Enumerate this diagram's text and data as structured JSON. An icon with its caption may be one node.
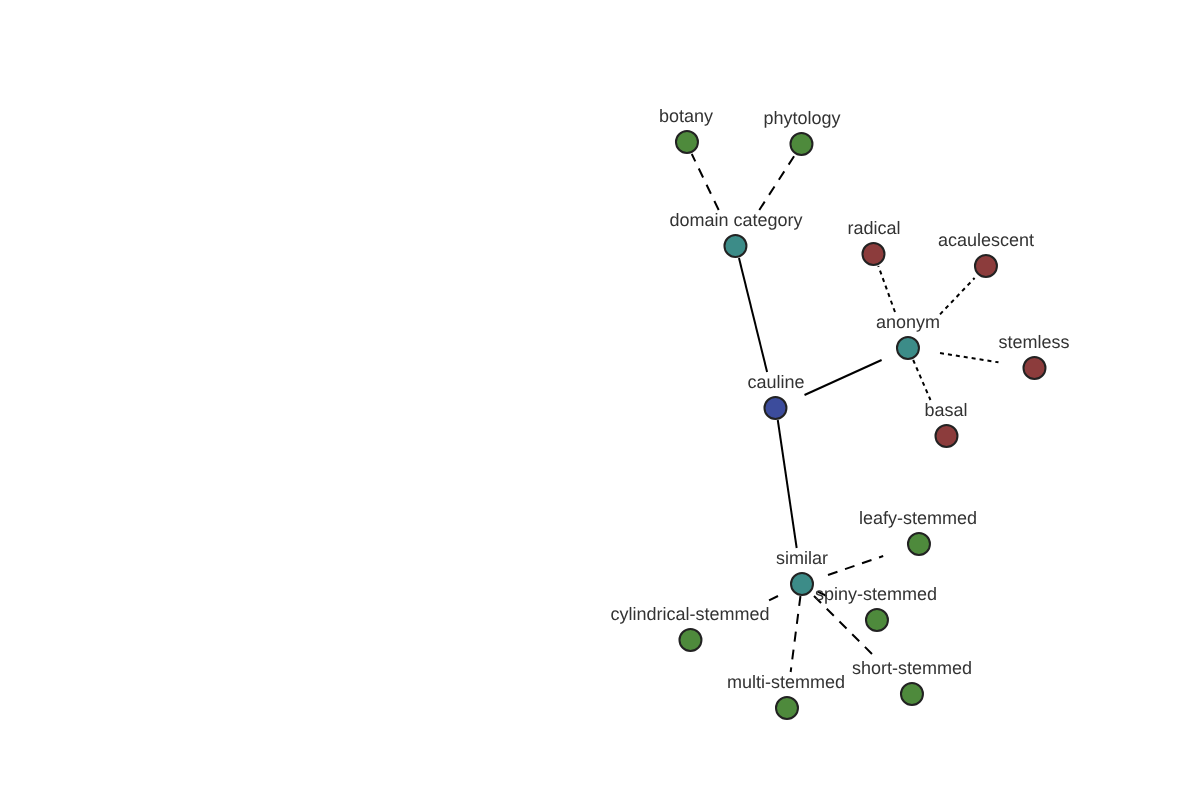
{
  "diagram": {
    "nodes": [
      {
        "text": [
          "botany"
        ]
      },
      {
        "text": [
          "phytology"
        ]
      },
      {
        "text": [
          "domain category"
        ]
      },
      {
        "text": [
          "radical"
        ]
      },
      {
        "text": [
          "acaulescent"
        ]
      },
      {
        "text": [
          "anonym"
        ]
      },
      {
        "text": [
          "stemless"
        ]
      },
      {
        "text": [
          "cauline"
        ]
      },
      {
        "text": [
          "basal"
        ]
      },
      {
        "text": [
          "leafy-stemmed"
        ]
      },
      {
        "text": [
          "similar"
        ]
      },
      {
        "text": [
          "spiny-stemmed"
        ]
      },
      {
        "text": [
          "cylindrical-stemmed"
        ]
      },
      {
        "text": [
          "short-stemmed"
        ]
      },
      {
        "text": [
          "multi-stemmed"
        ]
      }
    ],
    "edges": [
      {
        "from": 7,
        "to": 2,
        "arrow": "none"
      },
      {
        "from": 7,
        "to": 5,
        "arrow": "none"
      },
      {
        "from": 7,
        "to": 10,
        "arrow": "none"
      },
      {
        "from": 2,
        "to": 0,
        "arrow": "none",
        "style": "dashed"
      },
      {
        "from": 2,
        "to": 1,
        "arrow": "none",
        "style": "dashed"
      },
      {
        "from": 5,
        "to": 3,
        "arrow": "none",
        "style": "dashed"
      },
      {
        "from": 5,
        "to": 4,
        "arrow": "none",
        "style": "dashed"
      },
      {
        "from": 5,
        "to": 6,
        "arrow": "none",
        "style": "dashed"
      },
      {
        "from": 5,
        "to": 8,
        "arrow": "none",
        "style": "dashed"
      },
      {
        "from": 10,
        "to": 9,
        "arrow": "none",
        "style": "dashed"
      },
      {
        "from": 10,
        "to": 11,
        "arrow": "none",
        "style": "dashed"
      },
      {
        "from": 10,
        "to": 12,
        "arrow": "none",
        "style": "dashed"
      },
      {
        "from": 10,
        "to": 13,
        "arrow": "none",
        "style": "dashed"
      },
      {
        "from": 10,
        "to": 14,
        "arrow": "none",
        "style": "dashed"
      }
    ]
  }
}
